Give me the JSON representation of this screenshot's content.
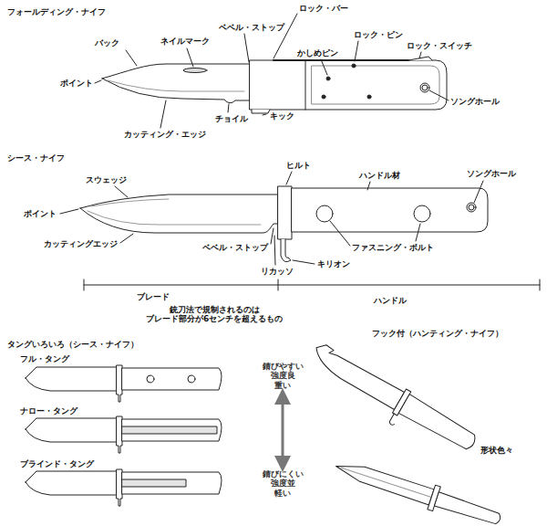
{
  "diagram": {
    "labels": [
      "フォールディング・ナイフ",
      "バック",
      "ネイルマーク",
      "ベベル・ストップ",
      "ロック・バー",
      "ロック・ピン",
      "かしめピン",
      "ロック・スイッチ",
      "ポイント",
      "ソングホール",
      "チョイル",
      "キック",
      "カッティング・エッジ",
      "シース・ナイフ",
      "スウェッジ",
      "ヒルト",
      "ハンドル材",
      "ソングホール",
      "ポイント",
      "カッティングエッジ",
      "ベベル・ストップ",
      "ファスニング・ボルト",
      "キリオン",
      "リカッソ",
      "ブレード",
      "ハンドル",
      "銃刀法で規制されるのは ブレード部分が6センチを超えるもの",
      "タングいろいろ（シース・ナイフ）",
      "フル・タング",
      "ナロー・タング",
      "ブラインド・タング",
      "錆びやすい 強度良 重い",
      "錆びにくい 強度並 軽い",
      "フック付（ハンティング・ナイフ）",
      "形状色々"
    ]
  }
}
